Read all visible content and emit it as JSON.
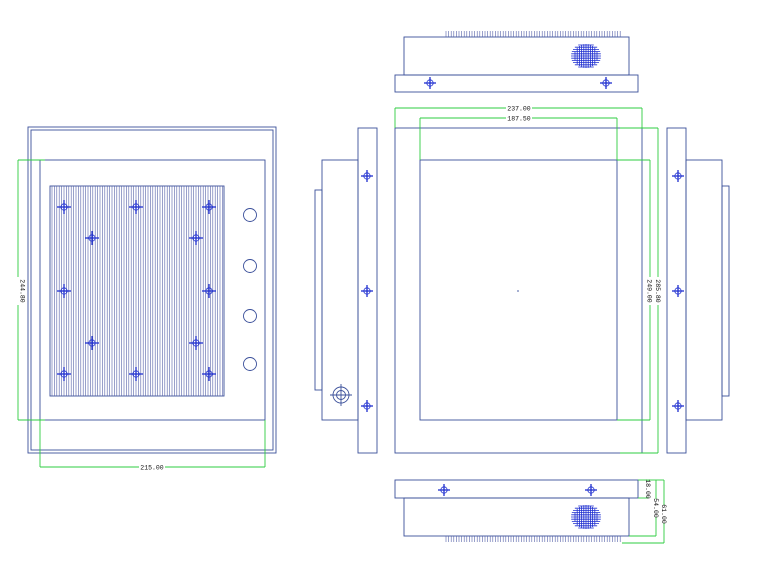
{
  "colors": {
    "outline": "#3a4f9a",
    "dimension": "#2ecc40",
    "screw": "#1f2fd0",
    "fins": "#5560a8",
    "text": "#111111"
  },
  "icons": [
    "screw-cross-icon",
    "port-circle-icon",
    "fan-grille-icon"
  ],
  "dimensions": {
    "back_width": "215.00",
    "back_height": "244.80",
    "front_outer_width": "237.00",
    "front_inner_width": "187.50",
    "front_outer_height": "285.80",
    "front_inner_height": "249.00",
    "bezel_depth": "18.00",
    "body_depth": "54.00",
    "total_depth": "61.00"
  }
}
